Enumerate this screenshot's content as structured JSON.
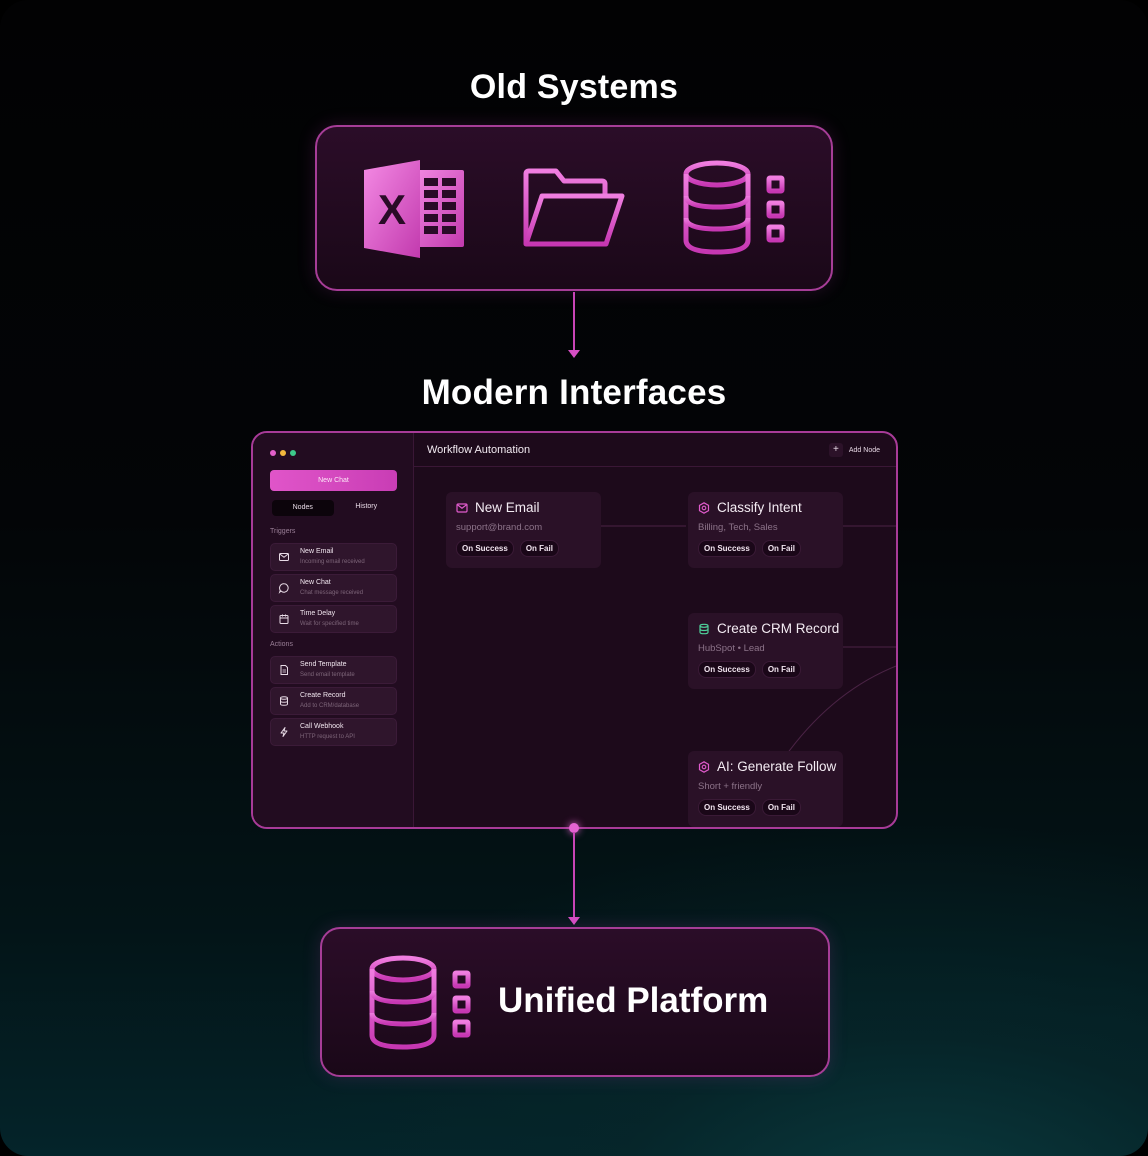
{
  "titles": {
    "old": "Old Systems",
    "modern": "Modern Interfaces",
    "unified": "Unified Platform"
  },
  "old_systems_icons": [
    "excel-icon",
    "folder-icon",
    "database-network-icon"
  ],
  "colors": {
    "accent": "#d94cc6",
    "panel_border": "#a63d97",
    "teal_glow": "#0b3b3f",
    "crm_icon": "#4fd19b"
  },
  "app": {
    "new_chat_label": "New Chat",
    "tabs": [
      "Nodes",
      "History"
    ],
    "triggers_label": "Triggers",
    "actions_label": "Actions",
    "triggers": [
      {
        "title": "New Email",
        "subtitle": "Incoming email received",
        "icon": "mail-icon"
      },
      {
        "title": "New Chat",
        "subtitle": "Chat message received",
        "icon": "chat-icon"
      },
      {
        "title": "Time Delay",
        "subtitle": "Wait for specified time",
        "icon": "calendar-icon"
      }
    ],
    "actions": [
      {
        "title": "Send Template",
        "subtitle": "Send email template",
        "icon": "document-icon"
      },
      {
        "title": "Create Record",
        "subtitle": "Add to CRM/database",
        "icon": "database-icon"
      },
      {
        "title": "Call Webhook",
        "subtitle": "HTTP request to API",
        "icon": "bolt-icon"
      }
    ],
    "workflow_title": "Workflow Automation",
    "add_node_label": "Add Node",
    "nodes": [
      {
        "title": "New Email",
        "subtitle": "support@brand.com",
        "success": "On Success",
        "fail": "On Fail",
        "icon": "mail-icon"
      },
      {
        "title": "Classify Intent",
        "subtitle": "Billing, Tech, Sales",
        "success": "On Success",
        "fail": "On Fail",
        "icon": "hexagon-icon"
      },
      {
        "title": "Create CRM Record",
        "subtitle": "HubSpot • Lead",
        "success": "On Success",
        "fail": "On Fail",
        "icon": "database-icon"
      },
      {
        "title": "AI: Generate Follow",
        "subtitle": "Short + friendly",
        "success": "On Success",
        "fail": "On Fail",
        "icon": "hexagon-icon"
      }
    ]
  }
}
